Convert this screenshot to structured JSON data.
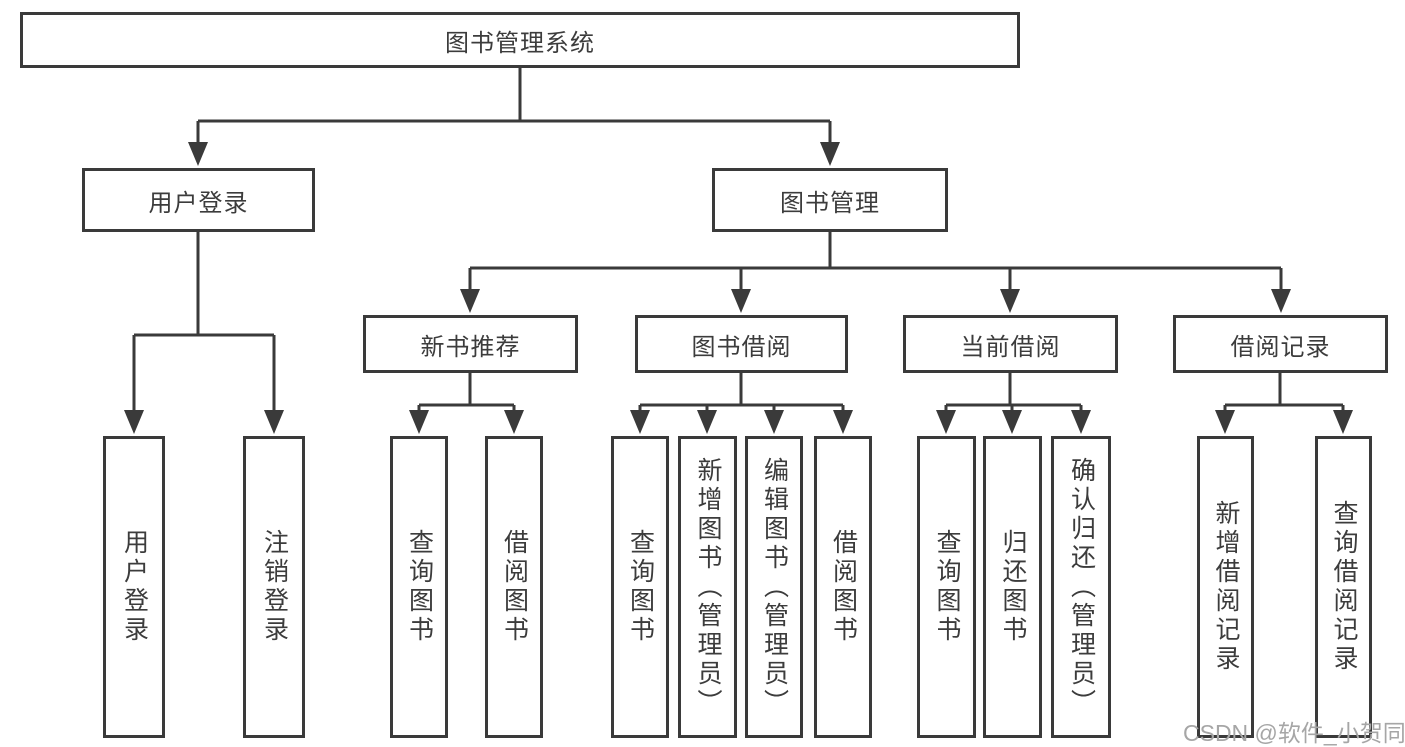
{
  "diagram": {
    "root": {
      "label": "图书管理系统"
    },
    "branches": [
      {
        "label": "用户登录",
        "children": [
          {
            "label": "用户登录"
          },
          {
            "label": "注销登录"
          }
        ]
      },
      {
        "label": "图书管理",
        "children": [
          {
            "label": "新书推荐",
            "children": [
              {
                "label": "查询图书"
              },
              {
                "label": "借阅图书"
              }
            ]
          },
          {
            "label": "图书借阅",
            "children": [
              {
                "label": "查询图书"
              },
              {
                "label": "新增图书（管理员）"
              },
              {
                "label": "编辑图书（管理员）"
              },
              {
                "label": "借阅图书"
              }
            ]
          },
          {
            "label": "当前借阅",
            "children": [
              {
                "label": "查询图书"
              },
              {
                "label": "归还图书"
              },
              {
                "label": "确认归还（管理员）"
              }
            ]
          },
          {
            "label": "借阅记录",
            "children": [
              {
                "label": "新增借阅记录"
              },
              {
                "label": "查询借阅记录"
              }
            ]
          }
        ]
      }
    ]
  },
  "watermark": {
    "text": "CSDN @软件_小贺同学"
  },
  "colors": {
    "line": "#3a3a3a",
    "text": "#3c3c3c",
    "watermark": "#a6a6a6",
    "background": "#ffffff"
  }
}
